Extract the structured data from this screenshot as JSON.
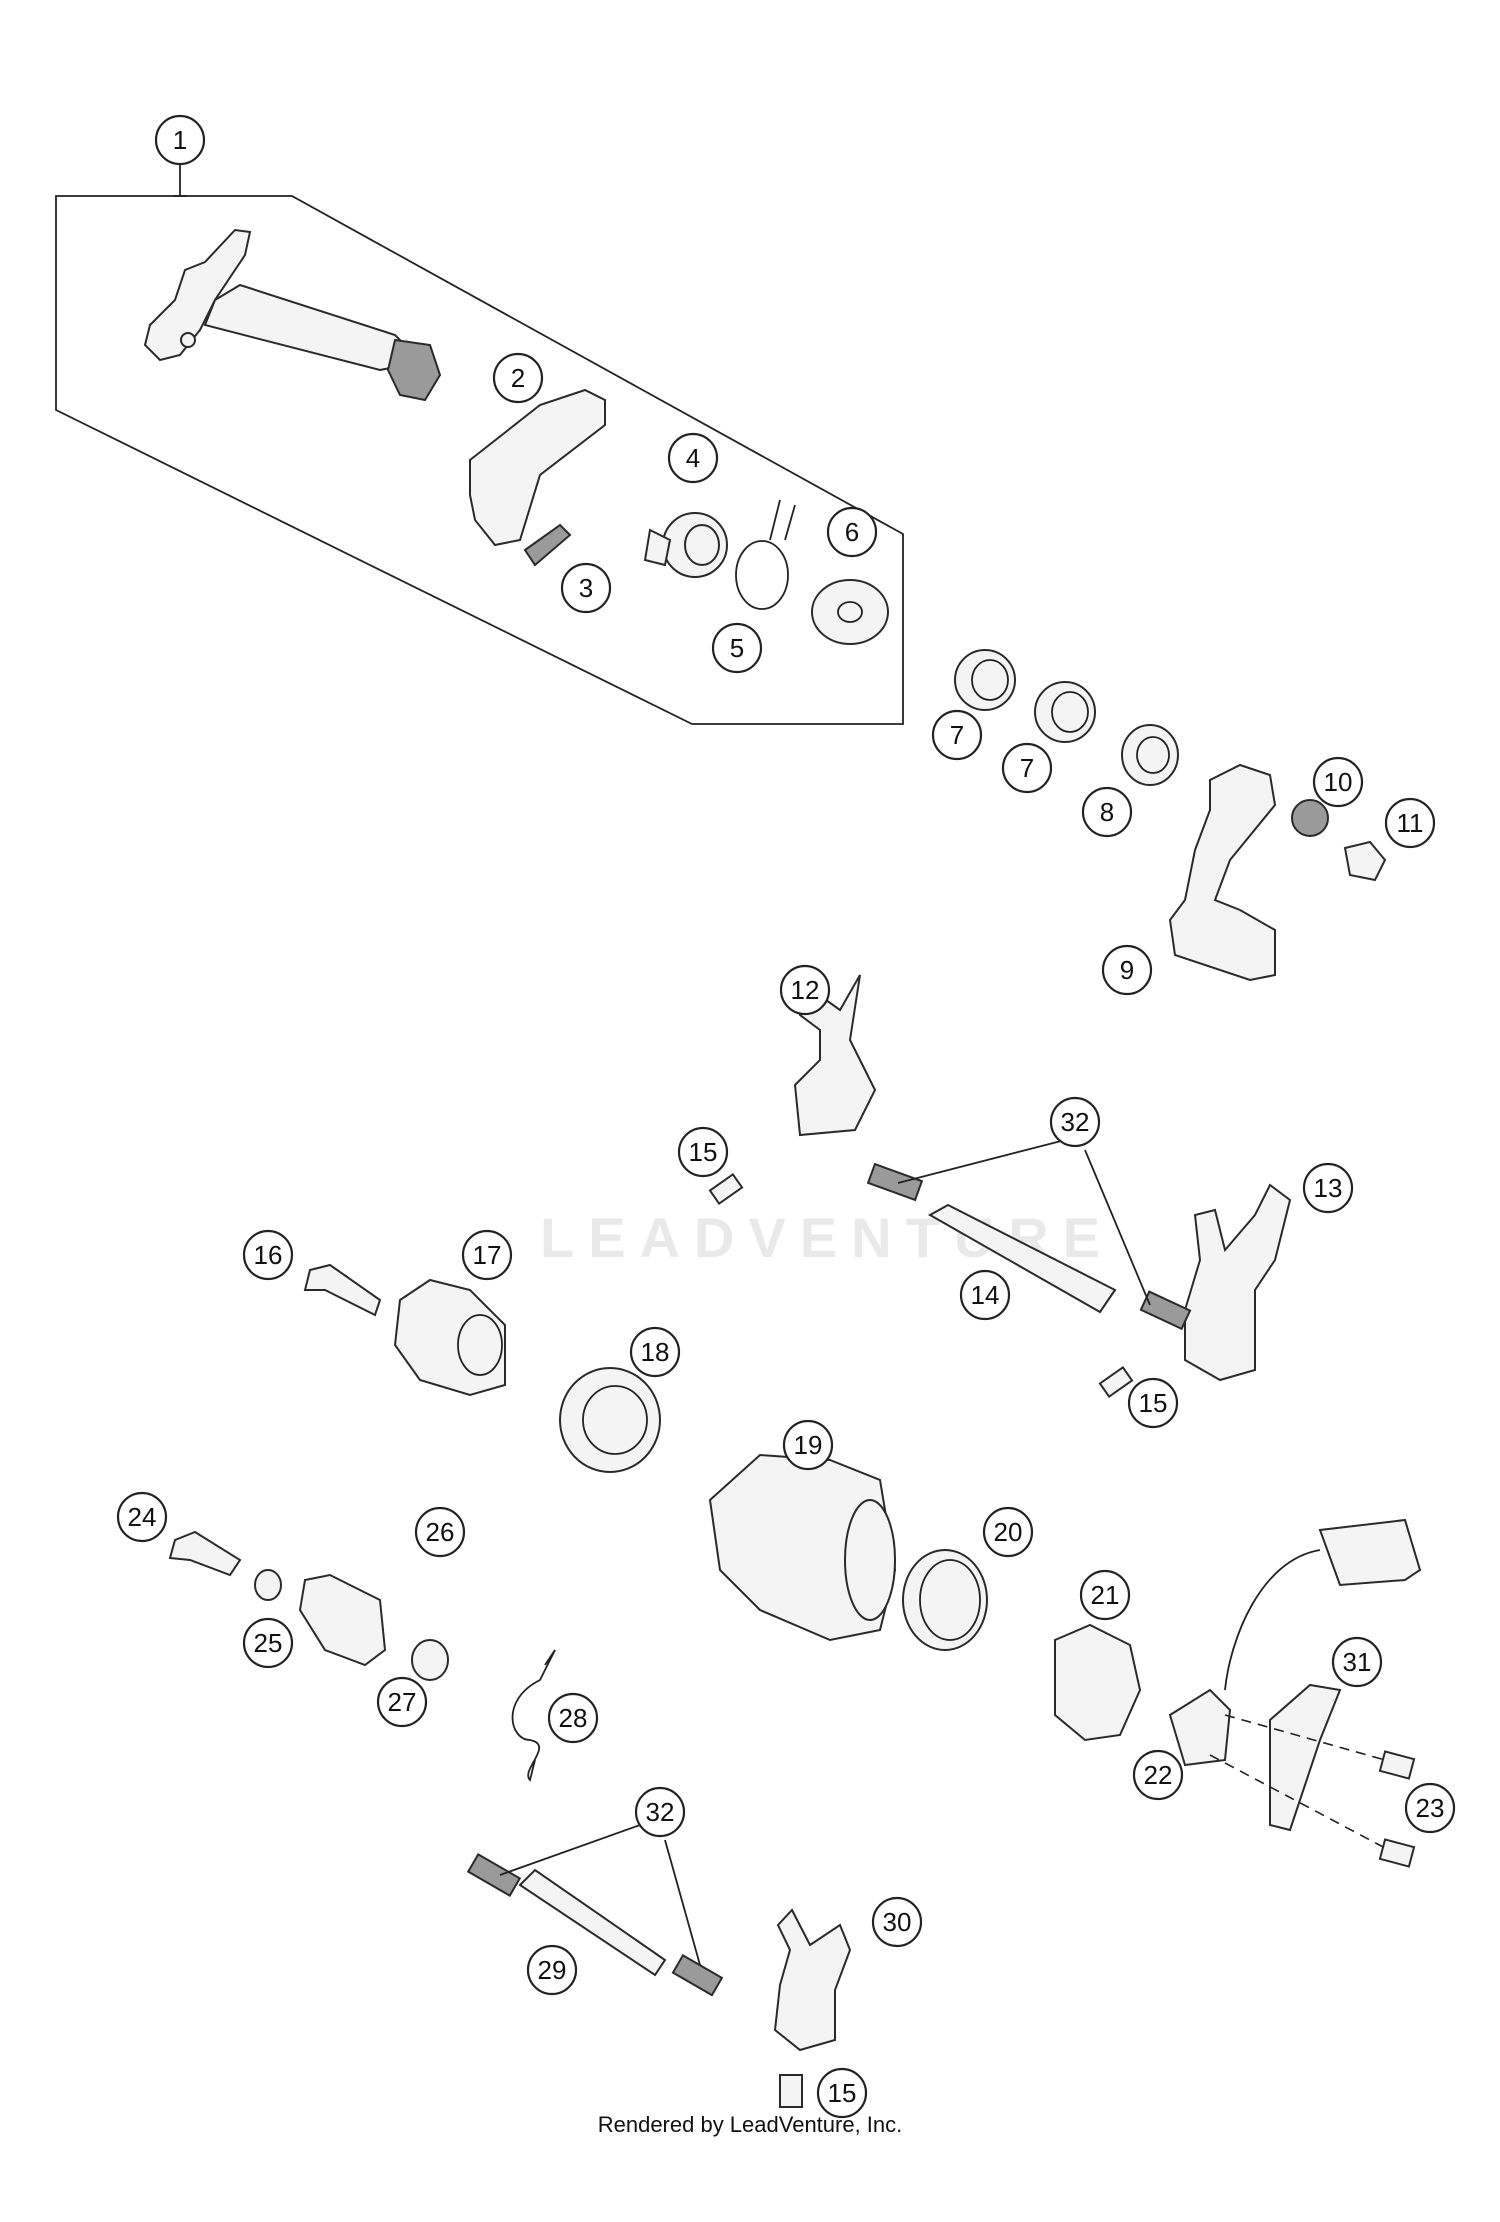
{
  "watermark_text": "LEADVENTURE",
  "footer_text": "Rendered by LeadVenture, Inc.",
  "callouts": [
    {
      "id": "c1",
      "label": "1"
    },
    {
      "id": "c2",
      "label": "2"
    },
    {
      "id": "c3",
      "label": "3"
    },
    {
      "id": "c4",
      "label": "4"
    },
    {
      "id": "c5",
      "label": "5"
    },
    {
      "id": "c6",
      "label": "6"
    },
    {
      "id": "c7a",
      "label": "7"
    },
    {
      "id": "c7b",
      "label": "7"
    },
    {
      "id": "c8",
      "label": "8"
    },
    {
      "id": "c9",
      "label": "9"
    },
    {
      "id": "c10",
      "label": "10"
    },
    {
      "id": "c11",
      "label": "11"
    },
    {
      "id": "c12",
      "label": "12"
    },
    {
      "id": "c13",
      "label": "13"
    },
    {
      "id": "c14",
      "label": "14"
    },
    {
      "id": "c15a",
      "label": "15"
    },
    {
      "id": "c15b",
      "label": "15"
    },
    {
      "id": "c15c",
      "label": "15"
    },
    {
      "id": "c16",
      "label": "16"
    },
    {
      "id": "c17",
      "label": "17"
    },
    {
      "id": "c18",
      "label": "18"
    },
    {
      "id": "c19",
      "label": "19"
    },
    {
      "id": "c20",
      "label": "20"
    },
    {
      "id": "c21",
      "label": "21"
    },
    {
      "id": "c22",
      "label": "22"
    },
    {
      "id": "c23",
      "label": "23"
    },
    {
      "id": "c24",
      "label": "24"
    },
    {
      "id": "c25",
      "label": "25"
    },
    {
      "id": "c26",
      "label": "26"
    },
    {
      "id": "c27",
      "label": "27"
    },
    {
      "id": "c28",
      "label": "28"
    },
    {
      "id": "c29",
      "label": "29"
    },
    {
      "id": "c30",
      "label": "30"
    },
    {
      "id": "c31",
      "label": "31"
    },
    {
      "id": "c32a",
      "label": "32"
    },
    {
      "id": "c32b",
      "label": "32"
    }
  ]
}
